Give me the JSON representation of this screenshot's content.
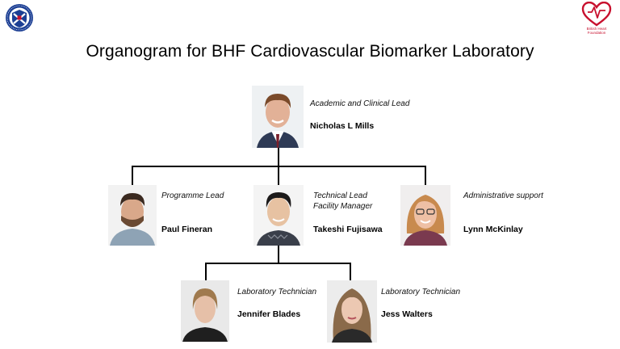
{
  "title": "Organogram for BHF Cardiovascular Biomarker Laboratory",
  "logos": {
    "left": {
      "lettering": "THE UNIVERSITY of EDINBURGH"
    },
    "right": {
      "lettering": "British Heart Foundation",
      "line1": "British Heart",
      "line2": "Foundation"
    }
  },
  "colors": {
    "heart_red": "#c8102e",
    "university_blue": "#1c3f94",
    "connector": "#000000"
  },
  "people": [
    {
      "role_line1": "Academic and Clinical Lead",
      "role_line2": "",
      "name": "Nicholas  L Mills"
    },
    {
      "role_line1": "Programme Lead",
      "role_line2": "",
      "name": "Paul Fineran"
    },
    {
      "role_line1": "Technical Lead",
      "role_line2": "Facility Manager",
      "name": "Takeshi  Fujisawa"
    },
    {
      "role_line1": "Administrative support",
      "role_line2": "",
      "name": "Lynn McKinlay"
    },
    {
      "role_line1": "Laboratory Technician",
      "role_line2": "",
      "name": "Jennifer Blades"
    },
    {
      "role_line1": "Laboratory Technician",
      "role_line2": "",
      "name": "Jess Walters"
    }
  ]
}
